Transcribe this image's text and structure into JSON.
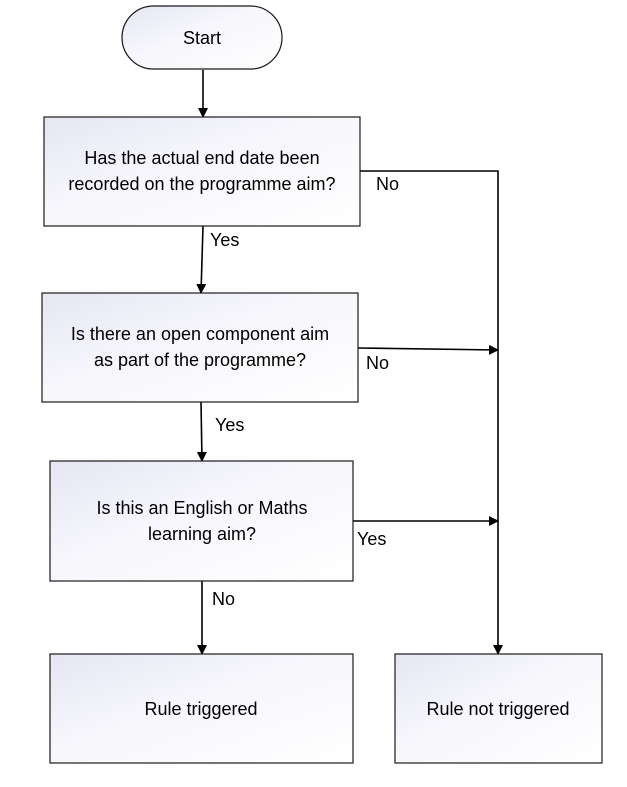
{
  "nodes": {
    "start": {
      "label": "Start"
    },
    "decision_end_date": {
      "line1": "Has the actual end date been",
      "line2": "recorded on the programme aim?"
    },
    "decision_open_component": {
      "line1": "Is there an open component aim",
      "line2": "as part of the programme?"
    },
    "decision_english_maths": {
      "line1": "Is this an English or Maths",
      "line2": "learning aim?"
    },
    "rule_triggered": {
      "label": "Rule triggered"
    },
    "rule_not_triggered": {
      "label": "Rule not triggered"
    }
  },
  "edges": {
    "end_date_yes": "Yes",
    "end_date_no": "No",
    "open_component_yes": "Yes",
    "open_component_no": "No",
    "english_maths_no": "No",
    "english_maths_yes": "Yes"
  }
}
